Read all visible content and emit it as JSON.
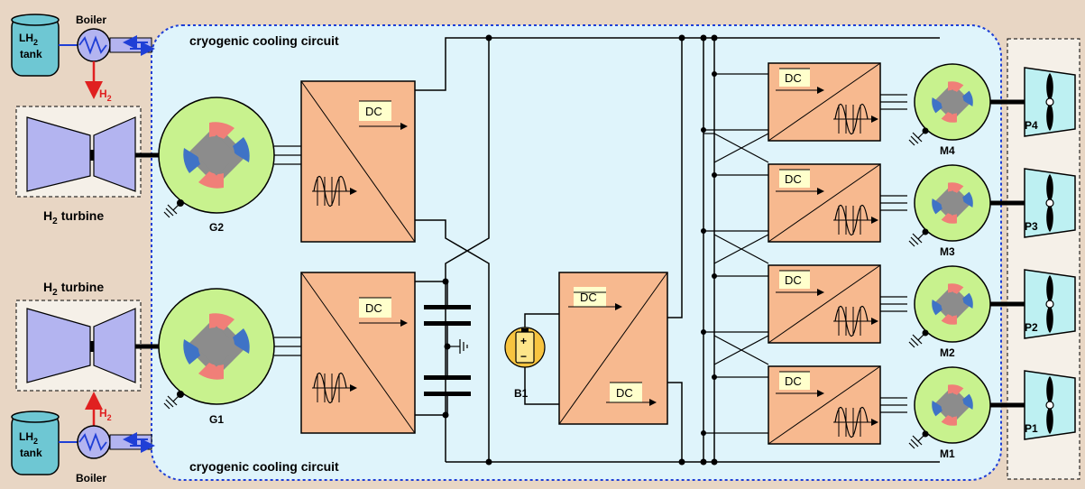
{
  "labels": {
    "cooling_circuit_top": "cryogenic cooling circuit",
    "cooling_circuit_bottom": "cryogenic cooling circuit",
    "boiler_top": "Boiler",
    "boiler_bottom": "Boiler",
    "tank_top_lh": "LH",
    "tank_top_sub": "2",
    "tank_top_word": "tank",
    "tank_bottom_lh": "LH",
    "tank_bottom_sub": "2",
    "tank_bottom_word": "tank",
    "h2_top": "H",
    "h2_top_sub": "2",
    "h2_bottom": "H",
    "h2_bottom_sub": "2",
    "turbine_top_h": "H",
    "turbine_top_sub": "2",
    "turbine_top_word": "turbine",
    "turbine_bottom_h": "H",
    "turbine_bottom_sub": "2",
    "turbine_bottom_word": "turbine",
    "g2": "G2",
    "g1": "G1",
    "b1": "B1",
    "m4": "M4",
    "m3": "M3",
    "m2": "M2",
    "m1": "M1",
    "p4": "P4",
    "p3": "P3",
    "p2": "P2",
    "p1": "P1",
    "dc": "DC",
    "battery_plus": "+",
    "battery_minus": "−"
  },
  "colors": {
    "background": "#e8d6c4",
    "cooling_region": "#dff4fb",
    "cooling_border": "#1f3fd6",
    "converter_fill": "#f7b98f",
    "machine_fill": "#c8f28e",
    "rotor_gray": "#8c8c8c",
    "magnet_red": "#f07f78",
    "magnet_blue": "#3f73c6",
    "tank_fill": "#6ec7d3",
    "turbine_fill": "#b3b4f0",
    "propeller_fill": "#bdf0f2",
    "dc_box_fill": "#ffffcc",
    "h2_arrow": "#e02020",
    "coolant_line": "#1f3fd6",
    "battery_fill": "#f7c440"
  }
}
